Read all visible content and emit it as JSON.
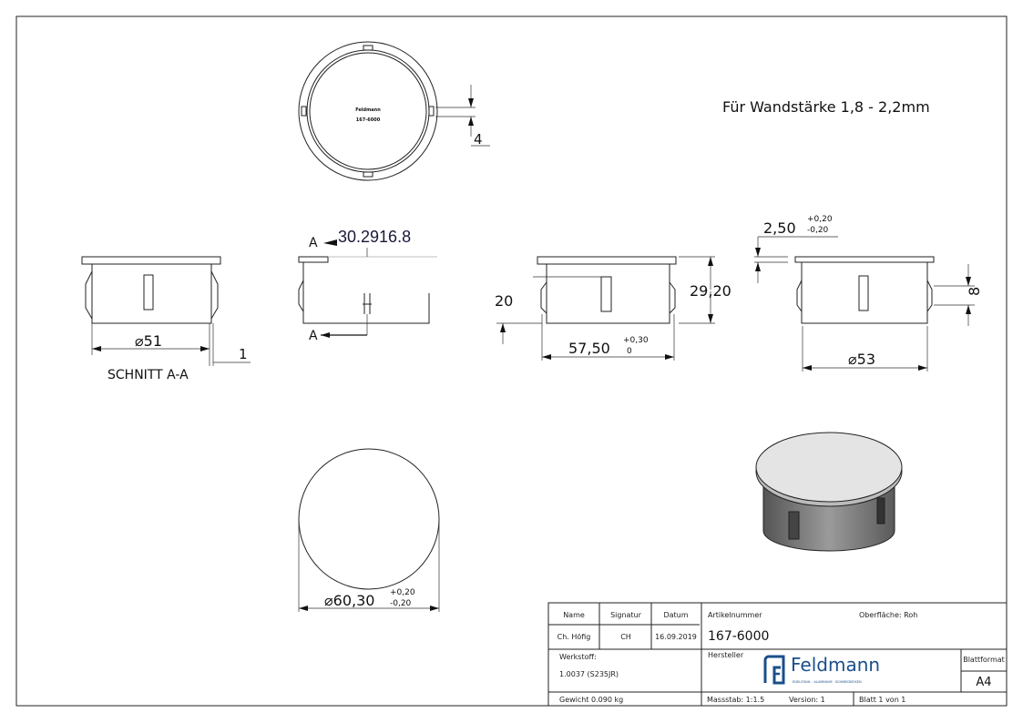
{
  "note": "Für Wandstärke 1,8 - 2,2mm",
  "top_view": {
    "marking_line1": "Feldmann",
    "marking_line2": "167-6000",
    "dim_slot": "4"
  },
  "section": {
    "label": "SCHNITT A-A",
    "dim_diameter": "51",
    "dim_wall": "1"
  },
  "side_view": {
    "section_letter_top": "A",
    "section_letter_bottom": "A",
    "stray_value": "30.2916.8"
  },
  "front_view": {
    "dim_height": "29,20",
    "dim_20": "20",
    "dim_width": "57,50",
    "dim_width_tol_upper": "+0,30",
    "dim_width_tol_lower": "0"
  },
  "right_view": {
    "dim_plate": "2,50",
    "dim_plate_tol_upper": "+0,20",
    "dim_plate_tol_lower": "-0,20",
    "dim_slot": "8",
    "dim_diameter": "53"
  },
  "bottom_view": {
    "dim_diameter": "60,30",
    "tol_upper": "+0,20",
    "tol_lower": "-0,20"
  },
  "diameter_symbol": "⌀",
  "title_block": {
    "name_label": "Name",
    "signatur_label": "Signatur",
    "datum_label": "Datum",
    "name": "Ch. Höfig",
    "signatur": "CH",
    "datum": "16.09.2019",
    "artikelnummer_label": "Artikelnummer",
    "artikelnummer": "167-6000",
    "oberflaeche": "Oberfläche:  Roh",
    "werkstoff_label": "Werkstoff:",
    "werkstoff": "1.0037 (S235JR)",
    "hersteller_label": "Hersteller",
    "logo_name": "Feldmann",
    "logo_tagline": "EDELSTAHL · ALUMINIUM · SCHMIEDEEISEN",
    "blattformat_label": "Blattformat",
    "blattformat": "A4",
    "gewicht": "Gewicht 0.090 kg",
    "massstab": "Massstab: 1:1.5",
    "version": "Version: 1",
    "blatt": "Blatt 1 von 1"
  },
  "colors": {
    "logo_blue": "#1a4f8b",
    "line": "#222222",
    "render_top": "#e4e4e4",
    "render_body": "#7a7a7a"
  }
}
